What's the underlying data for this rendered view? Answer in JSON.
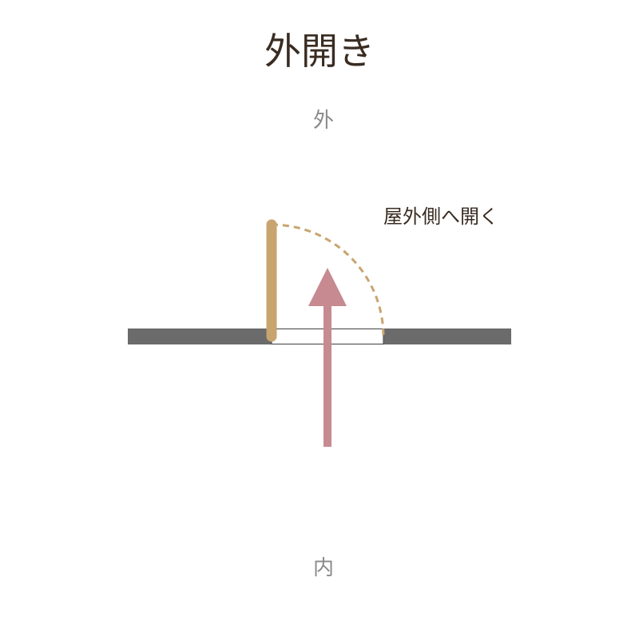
{
  "title": "外開き",
  "labels": {
    "outside": "外",
    "inside": "内",
    "direction": "屋外側へ開く"
  },
  "colors": {
    "wall": "#6b6b6b",
    "door": "#c8a46f",
    "swing_arc": "#c8a46f",
    "arrow": "#c68a90",
    "title_text": "#3a2c22",
    "side_text": "#8a8a8a"
  }
}
